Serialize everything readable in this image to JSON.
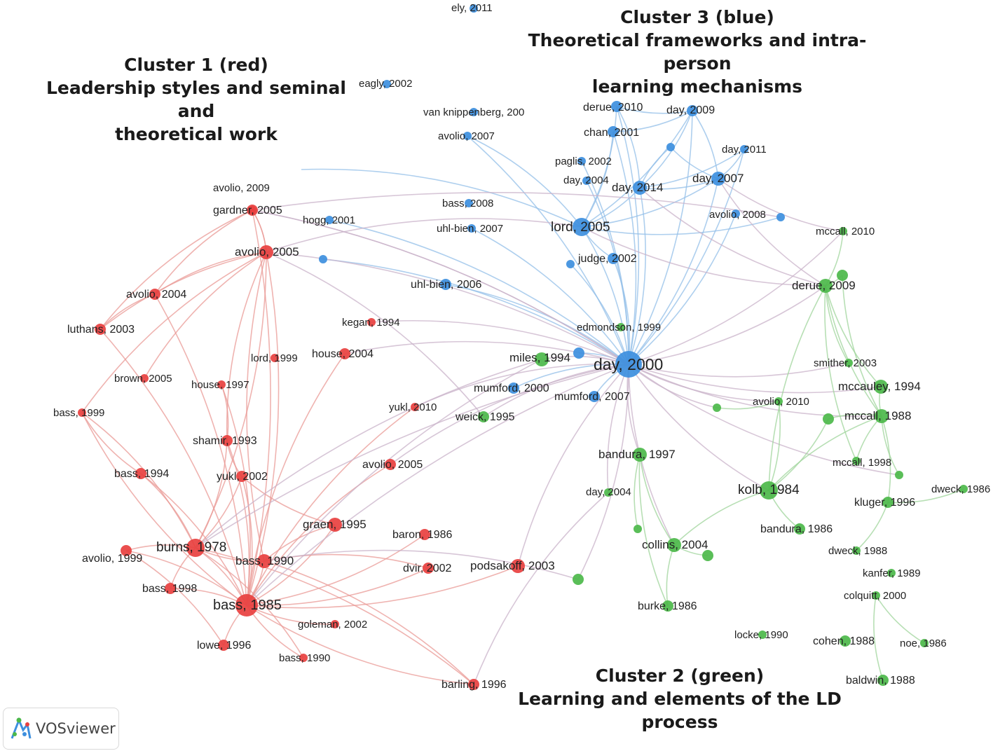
{
  "clusters": {
    "red": {
      "heading": "Cluster 1 (red)",
      "subtitle_1": "Leadership styles and seminal and",
      "subtitle_2": "theoretical work",
      "color": "#e8403f",
      "edge": "#e99a96"
    },
    "blue": {
      "heading": "Cluster 3 (blue)",
      "subtitle_1": "Theoretical frameworks and intra-person",
      "subtitle_2": "learning mechanisms",
      "color": "#3d8fde",
      "edge": "#93bfe8"
    },
    "green": {
      "heading": "Cluster 2 (green)",
      "subtitle_1": "Learning and elements of the LD process",
      "subtitle_2": "",
      "color": "#4cb84a",
      "edge": "#9fd49b"
    }
  },
  "logo": {
    "label": "VOSviewer",
    "icon": "vosviewer-logo-icon"
  },
  "nodes": [
    {
      "id": "r_avolio2009",
      "label": "avolio, 2009",
      "cluster": "red",
      "weight": 1
    },
    {
      "id": "r_gardner2005",
      "label": "gardner, 2005",
      "cluster": "red",
      "weight": 2
    },
    {
      "id": "r_avolio2005",
      "label": "avolio, 2005",
      "cluster": "red",
      "weight": 3
    },
    {
      "id": "r_avolio2004",
      "label": "avolio, 2004",
      "cluster": "red",
      "weight": 2
    },
    {
      "id": "r_luthans2003",
      "label": "luthans, 2003",
      "cluster": "red",
      "weight": 2
    },
    {
      "id": "r_brown2005",
      "label": "brown, 2005",
      "cluster": "red",
      "weight": 1
    },
    {
      "id": "r_house1997",
      "label": "house, 1997",
      "cluster": "red",
      "weight": 1
    },
    {
      "id": "r_lord1999",
      "label": "lord, 1999",
      "cluster": "red",
      "weight": 1
    },
    {
      "id": "r_house2004",
      "label": "house, 2004",
      "cluster": "red",
      "weight": 2
    },
    {
      "id": "r_kegan1994",
      "label": "kegan, 1994",
      "cluster": "red",
      "weight": 1
    },
    {
      "id": "r_bass1999",
      "label": "bass, 1999",
      "cluster": "red",
      "weight": 1
    },
    {
      "id": "r_shamir1993",
      "label": "shamir, 1993",
      "cluster": "red",
      "weight": 2
    },
    {
      "id": "r_yukl2010",
      "label": "yukl, 2010",
      "cluster": "red",
      "weight": 1
    },
    {
      "id": "r_bass1994",
      "label": "bass, 1994",
      "cluster": "red",
      "weight": 2
    },
    {
      "id": "r_yukl2002",
      "label": "yukl, 2002",
      "cluster": "red",
      "weight": 2
    },
    {
      "id": "r_avolio2005b",
      "label": "avolio, 2005",
      "cluster": "red",
      "weight": 2
    },
    {
      "id": "r_graen1995",
      "label": "graen, 1995",
      "cluster": "red",
      "weight": 3
    },
    {
      "id": "r_baron1986",
      "label": "baron, 1986",
      "cluster": "red",
      "weight": 2
    },
    {
      "id": "r_burns1978",
      "label": "burns, 1978",
      "cluster": "red",
      "weight": 4
    },
    {
      "id": "r_bass1990",
      "label": "bass, 1990",
      "cluster": "red",
      "weight": 3
    },
    {
      "id": "r_avolio1999",
      "label": "avolio, 1999",
      "cluster": "red",
      "weight": 2
    },
    {
      "id": "r_dvir2002",
      "label": "dvir, 2002",
      "cluster": "red",
      "weight": 2
    },
    {
      "id": "r_podsakoff2003",
      "label": "podsakoff, 2003",
      "cluster": "red",
      "weight": 3
    },
    {
      "id": "r_bass1998",
      "label": "bass, 1998",
      "cluster": "red",
      "weight": 2
    },
    {
      "id": "r_bass1985",
      "label": "bass, 1985",
      "cluster": "red",
      "weight": 5
    },
    {
      "id": "r_goleman2002",
      "label": "goleman, 2002",
      "cluster": "red",
      "weight": 1
    },
    {
      "id": "r_lowe1996",
      "label": "lowe, 1996",
      "cluster": "red",
      "weight": 2
    },
    {
      "id": "r_bass1990b",
      "label": "bass, 1990",
      "cluster": "red",
      "weight": 1
    },
    {
      "id": "r_barling1996",
      "label": "barling, 1996",
      "cluster": "red",
      "weight": 2
    },
    {
      "id": "b_ely2011",
      "label": "ely, 2011",
      "cluster": "blue",
      "weight": 1
    },
    {
      "id": "b_eagly2002",
      "label": "eagly, 2002",
      "cluster": "blue",
      "weight": 1
    },
    {
      "id": "b_vankn",
      "label": "van knippenberg, 200",
      "cluster": "blue",
      "weight": 1
    },
    {
      "id": "b_avolio2007",
      "label": "avolio, 2007",
      "cluster": "blue",
      "weight": 1
    },
    {
      "id": "b_derue2010",
      "label": "derue, 2010",
      "cluster": "blue",
      "weight": 2
    },
    {
      "id": "b_day2009",
      "label": "day, 2009",
      "cluster": "blue",
      "weight": 2
    },
    {
      "id": "b_chan2001",
      "label": "chan, 2001",
      "cluster": "blue",
      "weight": 2
    },
    {
      "id": "b_day2011",
      "label": "day, 2011",
      "cluster": "blue",
      "weight": 1
    },
    {
      "id": "b_paglis2002",
      "label": "paglis, 2002",
      "cluster": "blue",
      "weight": 1
    },
    {
      "id": "b_day2004",
      "label": "day, 2004",
      "cluster": "blue",
      "weight": 1
    },
    {
      "id": "b_day2014",
      "label": "day, 2014",
      "cluster": "blue",
      "weight": 3
    },
    {
      "id": "b_day2007",
      "label": "day, 2007",
      "cluster": "blue",
      "weight": 3
    },
    {
      "id": "b_bass2008",
      "label": "bass, 2008",
      "cluster": "blue",
      "weight": 1
    },
    {
      "id": "b_hogg2001",
      "label": "hogg, 2001",
      "cluster": "blue",
      "weight": 1
    },
    {
      "id": "b_uhlbien2007",
      "label": "uhl-bien, 2007",
      "cluster": "blue",
      "weight": 1
    },
    {
      "id": "b_lord2005",
      "label": "lord, 2005",
      "cluster": "blue",
      "weight": 4
    },
    {
      "id": "b_avolio2008",
      "label": "avolio, 2008",
      "cluster": "blue",
      "weight": 1
    },
    {
      "id": "b_judge2002",
      "label": "judge, 2002",
      "cluster": "blue",
      "weight": 2
    },
    {
      "id": "b_uhlbien2006",
      "label": "uhl-bien, 2006",
      "cluster": "blue",
      "weight": 2
    },
    {
      "id": "b_day2000",
      "label": "day, 2000",
      "cluster": "blue",
      "weight": 6
    },
    {
      "id": "b_mumford2000",
      "label": "mumford, 2000",
      "cluster": "blue",
      "weight": 2
    },
    {
      "id": "b_mumford2007",
      "label": "mumford, 2007",
      "cluster": "blue",
      "weight": 2
    },
    {
      "id": "b_x1",
      "label": "",
      "cluster": "blue",
      "weight": 1
    },
    {
      "id": "b_x2",
      "label": "",
      "cluster": "blue",
      "weight": 1
    },
    {
      "id": "b_x3",
      "label": "",
      "cluster": "blue",
      "weight": 1
    },
    {
      "id": "b_x4",
      "label": "",
      "cluster": "blue",
      "weight": 2
    },
    {
      "id": "b_x5",
      "label": "",
      "cluster": "blue",
      "weight": 1
    },
    {
      "id": "g_mccall2010",
      "label": "mccall, 2010",
      "cluster": "green",
      "weight": 1
    },
    {
      "id": "g_derue2009",
      "label": "derue, 2009",
      "cluster": "green",
      "weight": 3
    },
    {
      "id": "g_edmondson1999",
      "label": "edmondson, 1999",
      "cluster": "green",
      "weight": 1
    },
    {
      "id": "g_miles1994",
      "label": "miles, 1994",
      "cluster": "green",
      "weight": 3
    },
    {
      "id": "g_smither2003",
      "label": "smither, 2003",
      "cluster": "green",
      "weight": 1
    },
    {
      "id": "g_mccauley1994",
      "label": "mccauley, 1994",
      "cluster": "green",
      "weight": 3
    },
    {
      "id": "g_avolio2010",
      "label": "avolio, 2010",
      "cluster": "green",
      "weight": 1
    },
    {
      "id": "g_mccall1988",
      "label": "mccall, 1988",
      "cluster": "green",
      "weight": 3
    },
    {
      "id": "g_weick1995",
      "label": "weick, 1995",
      "cluster": "green",
      "weight": 2
    },
    {
      "id": "g_bandura1997",
      "label": "bandura, 1997",
      "cluster": "green",
      "weight": 3
    },
    {
      "id": "g_mccall1998",
      "label": "mccall, 1998",
      "cluster": "green",
      "weight": 1
    },
    {
      "id": "g_kolb1984",
      "label": "kolb, 1984",
      "cluster": "green",
      "weight": 4
    },
    {
      "id": "g_day2004",
      "label": "day, 2004",
      "cluster": "green",
      "weight": 1
    },
    {
      "id": "g_dweck1986",
      "label": "dweck, 1986",
      "cluster": "green",
      "weight": 1
    },
    {
      "id": "g_kluger1996",
      "label": "kluger, 1996",
      "cluster": "green",
      "weight": 2
    },
    {
      "id": "g_bandura1986",
      "label": "bandura, 1986",
      "cluster": "green",
      "weight": 2
    },
    {
      "id": "g_collins2004",
      "label": "collins, 2004",
      "cluster": "green",
      "weight": 3
    },
    {
      "id": "g_dweck1988",
      "label": "dweck, 1988",
      "cluster": "green",
      "weight": 1
    },
    {
      "id": "g_kanfer1989",
      "label": "kanfer, 1989",
      "cluster": "green",
      "weight": 1
    },
    {
      "id": "g_colquitt2000",
      "label": "colquitt, 2000",
      "cluster": "green",
      "weight": 1
    },
    {
      "id": "g_burke1986",
      "label": "burke, 1986",
      "cluster": "green",
      "weight": 2
    },
    {
      "id": "g_locke1990",
      "label": "locke, 1990",
      "cluster": "green",
      "weight": 1
    },
    {
      "id": "g_cohen1988",
      "label": "cohen, 1988",
      "cluster": "green",
      "weight": 2
    },
    {
      "id": "g_noe1986",
      "label": "noe, 1986",
      "cluster": "green",
      "weight": 1
    },
    {
      "id": "g_baldwin1988",
      "label": "baldwin, 1988",
      "cluster": "green",
      "weight": 2
    },
    {
      "id": "g_x1",
      "label": "",
      "cluster": "green",
      "weight": 1
    },
    {
      "id": "g_x2",
      "label": "",
      "cluster": "green",
      "weight": 1
    },
    {
      "id": "g_x3",
      "label": "",
      "cluster": "green",
      "weight": 2
    },
    {
      "id": "g_x4",
      "label": "",
      "cluster": "green",
      "weight": 2
    },
    {
      "id": "g_x5",
      "label": "",
      "cluster": "green",
      "weight": 1
    },
    {
      "id": "g_x6",
      "label": "",
      "cluster": "green",
      "weight": 2
    },
    {
      "id": "g_x7",
      "label": "",
      "cluster": "green",
      "weight": 2
    }
  ],
  "edges": [
    [
      "r_bass1985",
      "r_burns1978"
    ],
    [
      "r_bass1985",
      "r_bass1990"
    ],
    [
      "r_bass1985",
      "r_avolio2005"
    ],
    [
      "r_bass1985",
      "r_shamir1993"
    ],
    [
      "r_bass1985",
      "r_yukl2002"
    ],
    [
      "r_bass1985",
      "r_graen1995"
    ],
    [
      "r_bass1985",
      "r_bass1998"
    ],
    [
      "r_bass1985",
      "r_lowe1996"
    ],
    [
      "r_bass1985",
      "r_avolio1999"
    ],
    [
      "r_bass1985",
      "r_bass1994"
    ],
    [
      "r_bass1985",
      "r_podsakoff2003"
    ],
    [
      "r_bass1985",
      "r_dvir2002"
    ],
    [
      "r_bass1985",
      "r_barling1996"
    ],
    [
      "r_bass1985",
      "r_goleman2002"
    ],
    [
      "r_bass1985",
      "r_bass1990b"
    ],
    [
      "r_bass1985",
      "r_baron1986"
    ],
    [
      "r_bass1985",
      "r_house1997"
    ],
    [
      "r_bass1985",
      "r_avolio2004"
    ],
    [
      "r_bass1985",
      "r_luthans2003"
    ],
    [
      "r_bass1985",
      "r_gardner2005"
    ],
    [
      "r_burns1978",
      "r_bass1990"
    ],
    [
      "r_burns1978",
      "r_shamir1993"
    ],
    [
      "r_burns1978",
      "r_avolio1999"
    ],
    [
      "r_burns1978",
      "r_bass1998"
    ],
    [
      "r_burns1978",
      "r_bass1994"
    ],
    [
      "r_burns1978",
      "r_yukl2002"
    ],
    [
      "r_burns1978",
      "r_avolio2005"
    ],
    [
      "r_burns1978",
      "r_bass1999"
    ],
    [
      "r_avolio2005",
      "r_gardner2005"
    ],
    [
      "r_avolio2005",
      "r_avolio2009"
    ],
    [
      "r_avolio2005",
      "r_avolio2004"
    ],
    [
      "r_avolio2005",
      "r_luthans2003"
    ],
    [
      "r_avolio2005",
      "r_brown2005"
    ],
    [
      "r_avolio2005",
      "r_shamir1993"
    ],
    [
      "r_avolio2005",
      "r_bass1990"
    ],
    [
      "r_avolio2005",
      "r_bass1999"
    ],
    [
      "r_gardner2005",
      "r_avolio2009"
    ],
    [
      "r_gardner2005",
      "r_luthans2003"
    ],
    [
      "r_gardner2005",
      "r_avolio2004"
    ],
    [
      "r_avolio2004",
      "r_luthans2003"
    ],
    [
      "r_bass1999",
      "r_bass1994"
    ],
    [
      "r_bass1999",
      "r_bass1985"
    ],
    [
      "r_shamir1993",
      "r_yukl2002"
    ],
    [
      "r_shamir1993",
      "r_house1997"
    ],
    [
      "r_yukl2002",
      "r_graen1995"
    ],
    [
      "r_graen1995",
      "r_bass1990"
    ],
    [
      "r_barling1996",
      "r_burns1978"
    ],
    [
      "r_barling1996",
      "r_bass1990"
    ],
    [
      "r_lowe1996",
      "r_avolio1999"
    ],
    [
      "r_bass1990b",
      "r_burns1978"
    ],
    [
      "r_dvir2002",
      "r_bass1990"
    ],
    [
      "r_avolio2005b",
      "r_bass1985"
    ],
    [
      "r_yukl2010",
      "r_bass1985"
    ],
    [
      "r_house2004",
      "r_bass1985"
    ],
    [
      "b_day2000",
      "b_lord2005"
    ],
    [
      "b_day2000",
      "b_day2014"
    ],
    [
      "b_day2000",
      "b_day2007"
    ],
    [
      "b_day2000",
      "b_day2009"
    ],
    [
      "b_day2000",
      "b_derue2010"
    ],
    [
      "b_day2000",
      "b_chan2001"
    ],
    [
      "b_day2000",
      "b_day2011"
    ],
    [
      "b_day2000",
      "b_judge2002"
    ],
    [
      "b_day2000",
      "b_paglis2002"
    ],
    [
      "b_day2000",
      "b_day2004"
    ],
    [
      "b_day2000",
      "b_mumford2000"
    ],
    [
      "b_day2000",
      "b_mumford2007"
    ],
    [
      "b_day2000",
      "b_uhlbien2006"
    ],
    [
      "b_day2000",
      "b_uhlbien2007"
    ],
    [
      "b_day2000",
      "b_avolio2008"
    ],
    [
      "b_day2000",
      "b_x1"
    ],
    [
      "b_day2000",
      "b_x4"
    ],
    [
      "b_day2000",
      "b_x5"
    ],
    [
      "b_day2000",
      "b_avolio2007"
    ],
    [
      "b_day2000",
      "b_hogg2001"
    ],
    [
      "b_lord2005",
      "b_day2014"
    ],
    [
      "b_lord2005",
      "b_day2007"
    ],
    [
      "b_lord2005",
      "b_derue2010"
    ],
    [
      "b_lord2005",
      "b_day2009"
    ],
    [
      "b_lord2005",
      "b_chan2001"
    ],
    [
      "b_lord2005",
      "b_judge2002"
    ],
    [
      "b_lord2005",
      "b_x3"
    ],
    [
      "b_lord2005",
      "b_avolio2007"
    ],
    [
      "b_day2014",
      "b_day2007"
    ],
    [
      "b_day2014",
      "b_day2009"
    ],
    [
      "b_day2014",
      "b_derue2010"
    ],
    [
      "b_day2014",
      "b_day2011"
    ],
    [
      "b_day2007",
      "b_day2009"
    ],
    [
      "b_day2007",
      "b_day2011"
    ],
    [
      "b_derue2010",
      "b_day2009"
    ],
    [
      "b_chan2001",
      "b_day2009"
    ],
    [
      "b_x2",
      "b_day2007"
    ],
    [
      "b_x2",
      "b_day2014"
    ],
    [
      "b_day2000",
      "g_derue2009"
    ],
    [
      "b_day2000",
      "g_mccall2010"
    ],
    [
      "b_day2000",
      "g_mccauley1994"
    ],
    [
      "b_day2000",
      "g_mccall1988"
    ],
    [
      "b_day2000",
      "g_kolb1984"
    ],
    [
      "b_day2000",
      "g_bandura1997"
    ],
    [
      "b_day2000",
      "g_collins2004"
    ],
    [
      "b_day2000",
      "g_miles1994"
    ],
    [
      "b_day2000",
      "g_smither2003"
    ],
    [
      "b_day2000",
      "g_avolio2010"
    ],
    [
      "b_day2000",
      "g_day2004"
    ],
    [
      "b_day2000",
      "g_x5"
    ],
    [
      "b_day2000",
      "g_weick1995"
    ],
    [
      "b_day2000",
      "g_x2"
    ],
    [
      "b_day2000",
      "r_avolio2005"
    ],
    [
      "b_day2000",
      "r_house2004"
    ],
    [
      "b_day2000",
      "r_kegan1994"
    ],
    [
      "b_day2000",
      "r_burns1978"
    ],
    [
      "b_day2000",
      "r_bass1985"
    ],
    [
      "b_day2000",
      "r_yukl2010"
    ],
    [
      "b_day2000",
      "r_podsakoff2003"
    ],
    [
      "b_day2000",
      "r_avolio2005b"
    ],
    [
      "b_day2000",
      "r_gardner2005"
    ],
    [
      "b_day2000",
      "r_avolio2009"
    ],
    [
      "b_lord2005",
      "r_avolio2005"
    ],
    [
      "b_lord2005",
      "r_x"
    ],
    [
      "b_day2014",
      "g_derue2009"
    ],
    [
      "b_day2007",
      "g_mccall2010"
    ],
    [
      "b_lord2005",
      "g_derue2009"
    ],
    [
      "b_day2007",
      "g_derue2009"
    ],
    [
      "b_x3",
      "r_avolio2009"
    ],
    [
      "g_derue2009",
      "g_mccall2010"
    ],
    [
      "g_derue2009",
      "g_mccauley1994"
    ],
    [
      "g_derue2009",
      "g_mccall1988"
    ],
    [
      "g_derue2009",
      "g_smither2003"
    ],
    [
      "g_derue2009",
      "g_kolb1984"
    ],
    [
      "g_derue2009",
      "g_x6"
    ],
    [
      "g_derue2009",
      "g_mccall1998"
    ],
    [
      "g_mccauley1994",
      "g_mccall1988"
    ],
    [
      "g_mccall1988",
      "g_kolb1984"
    ],
    [
      "g_mccall1988",
      "g_x3"
    ],
    [
      "g_mccall1988",
      "g_x5"
    ],
    [
      "g_mccall1988",
      "g_mccall1998"
    ],
    [
      "g_kolb1984",
      "g_x3"
    ],
    [
      "g_kolb1984",
      "g_bandura1986"
    ],
    [
      "g_kolb1984",
      "g_collins2004"
    ],
    [
      "g_kolb1984",
      "g_avolio2010"
    ],
    [
      "g_bandura1997",
      "g_collins2004"
    ],
    [
      "g_bandura1997",
      "g_x1"
    ],
    [
      "g_collins2004",
      "g_burke1986"
    ],
    [
      "g_collins2004",
      "g_x4"
    ],
    [
      "g_bandura1997",
      "g_burke1986"
    ],
    [
      "g_kluger1996",
      "g_dweck1986"
    ],
    [
      "g_kluger1996",
      "g_mccall1988"
    ],
    [
      "g_colquitt2000",
      "g_baldwin1988"
    ],
    [
      "g_colquitt2000",
      "g_noe1986"
    ],
    [
      "g_dweck1988",
      "g_kluger1996"
    ],
    [
      "g_day2004",
      "r_barling1996"
    ],
    [
      "g_miles1994",
      "r_bass1985"
    ],
    [
      "g_miles1994",
      "r_burns1978"
    ],
    [
      "g_weick1995",
      "r_avolio2005"
    ],
    [
      "g_x7",
      "b_day2000"
    ],
    [
      "g_x7",
      "r_bass1990"
    ],
    [
      "g_x2",
      "g_avolio2010"
    ],
    [
      "g_x6",
      "g_mccall1988"
    ]
  ]
}
